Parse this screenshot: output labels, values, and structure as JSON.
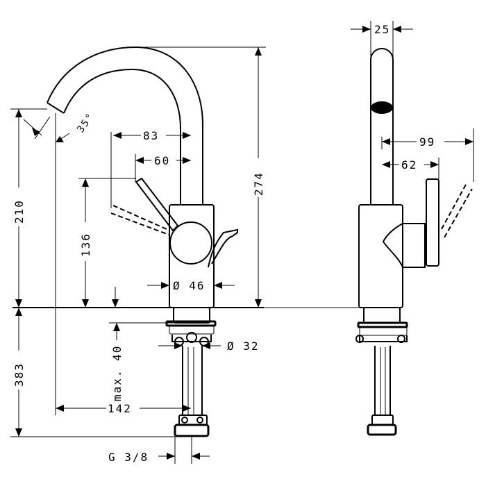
{
  "drawing": {
    "front_view": {
      "dimensions": {
        "angle_spout": "35°",
        "reach_83": "83",
        "reach_60": "60",
        "height_total": "274",
        "height_spout": "210",
        "height_lever": "136",
        "diameter_body": "Ø 46",
        "diameter_shank": "Ø 32",
        "max_thickness": "max. 40",
        "below_deck": "383",
        "projection": "142",
        "thread": "G 3/8"
      }
    },
    "side_view": {
      "dimensions": {
        "width_spout": "25",
        "lever_99": "99",
        "lever_62": "62"
      }
    }
  }
}
